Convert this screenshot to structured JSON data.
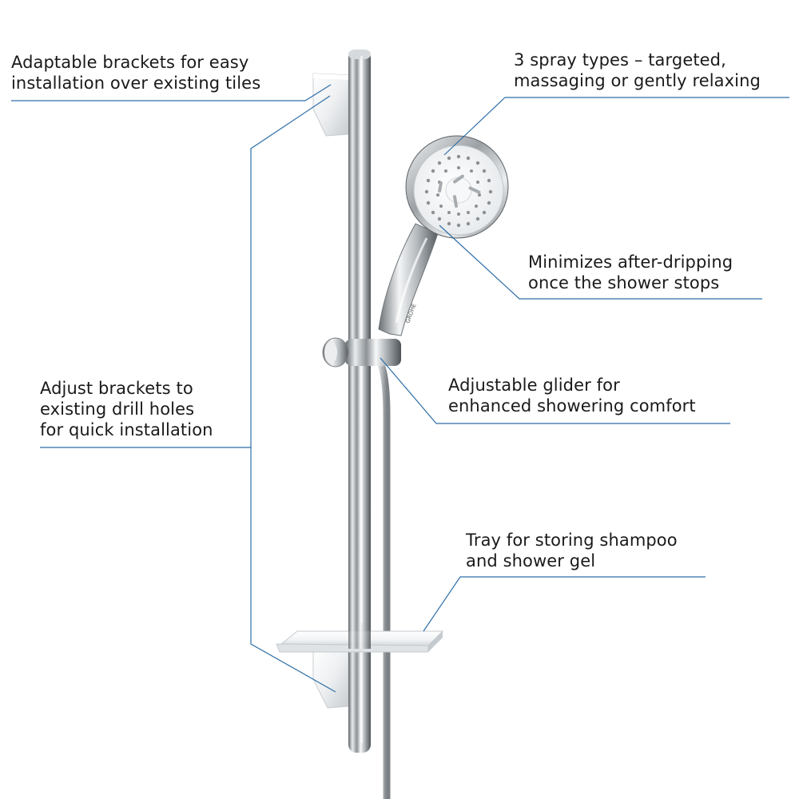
{
  "features": {
    "brackets_tiles": {
      "line1": "Adaptable brackets for easy",
      "line2": "installation over existing tiles"
    },
    "spray_types": {
      "line1": "3 spray types – targeted,",
      "line2": "massaging or gently relaxing"
    },
    "after_dripping": {
      "line1": "Minimizes after-dripping",
      "line2": "once the shower stops"
    },
    "drill_holes": {
      "line1": "Adjust brackets to",
      "line2": "existing drill holes",
      "line3": "for quick installation"
    },
    "glider": {
      "line1": "Adjustable glider for",
      "line2": "enhanced showering comfort"
    },
    "tray": {
      "line1": "Tray for storing shampoo",
      "line2": "and shower gel"
    }
  },
  "colors": {
    "callout_line": "#2f6ea6",
    "text": "#1a1a1a",
    "chrome": "#bfc3c7"
  }
}
